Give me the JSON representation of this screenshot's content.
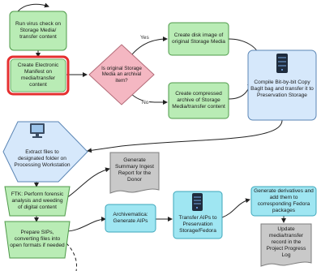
{
  "colors": {
    "green": "#b9ecb5",
    "green_stroke": "#4f9a4a",
    "pink": "#f4b7c2",
    "blue_light": "#d6e8fb",
    "cyan": "#9fe6f2",
    "grey": "#c9c9c9",
    "highlight": "#e53030",
    "arrow": "#222222",
    "server": "#1f2c3d"
  },
  "nodes": {
    "virus_check": "Run virus check on Storage Media/ transfer content",
    "create_manifest": "Create Electronic Manifest on media/transfer content",
    "decision": "Is original Storage Media an archival item?",
    "disk_image": "Create disk image of original Storage Media",
    "compressed_archive": "Create compressed archive of Storage Media/transfer content",
    "compile_bagit": "Compile Bit-by-bit Copy BagIt bag and transfer it to Preservation Storage",
    "extract_files": "Extract files to designated folder on Processing Workstation",
    "ingest_report": "Generate Summary Ingest Report for the Donor",
    "ftk": "FTK: Perform forensic analysis and weeding of digital content",
    "prepare_sips": "Prepare SIPs, converting files into open formats if needed",
    "archivematica": "Archivematica: Generate AIPs",
    "transfer_aips": "Transfer AIPs to Preservation Storage/Fedora",
    "derivatives": "Generate derivatives and add them to corresponding Fedora packages",
    "update_record": "Update media/transfer record in the Project Progress Log"
  },
  "edge_labels": {
    "yes": "Yes",
    "no": "No"
  }
}
